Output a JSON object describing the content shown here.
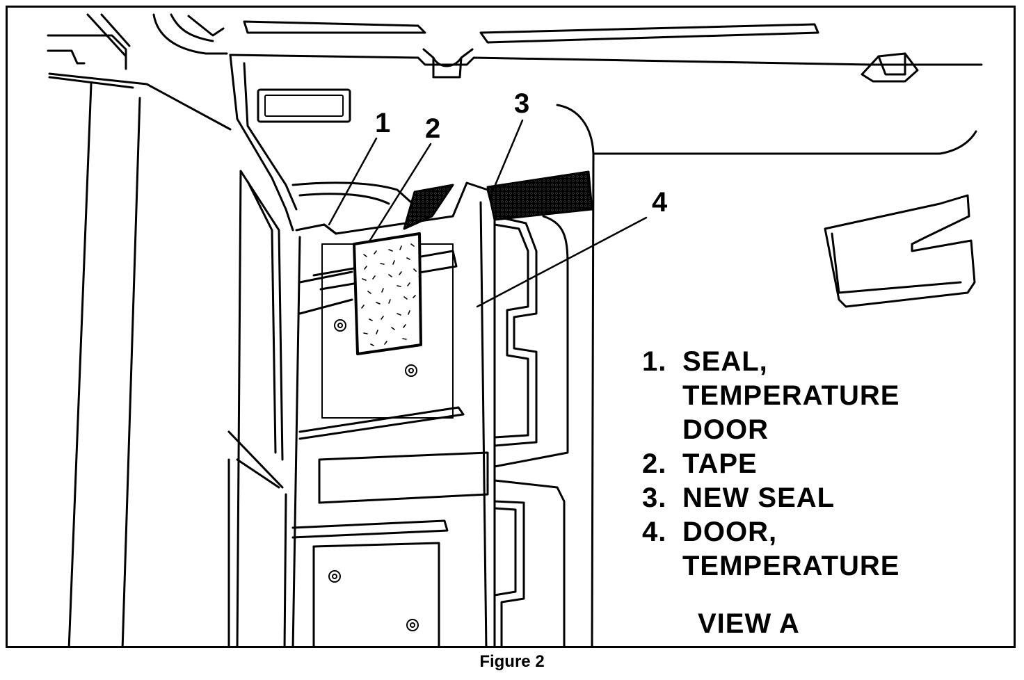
{
  "callouts": {
    "c1": "1",
    "c2": "2",
    "c3": "3",
    "c4": "4"
  },
  "legend": [
    {
      "num": "1.",
      "lines": [
        "SEAL,",
        "TEMPERATURE",
        "DOOR"
      ]
    },
    {
      "num": "2.",
      "lines": [
        "TAPE"
      ]
    },
    {
      "num": "3.",
      "lines": [
        "NEW SEAL"
      ]
    },
    {
      "num": "4.",
      "lines": [
        "DOOR,",
        "TEMPERATURE"
      ]
    }
  ],
  "view_label": "VIEW A",
  "caption": "Figure 2",
  "colors": {
    "ink": "#000000",
    "paper": "#ffffff"
  }
}
